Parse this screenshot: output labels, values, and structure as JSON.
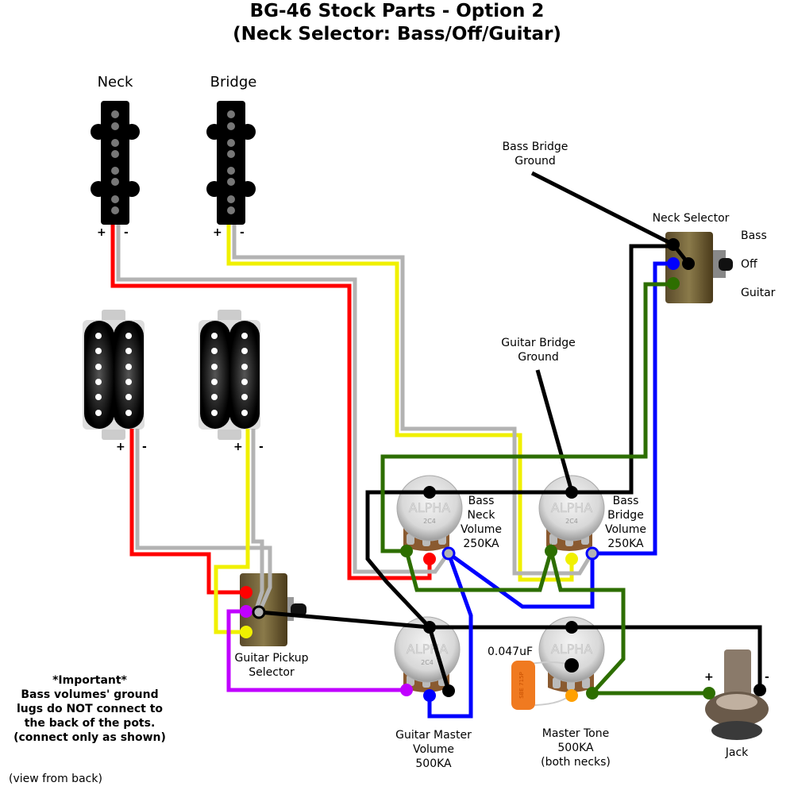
{
  "title": {
    "line1": "BG-46 Stock Parts - Option 2",
    "line2": "(Neck Selector: Bass/Off/Guitar)"
  },
  "pickups": {
    "bass_neck": {
      "label": "Neck",
      "plus": "+",
      "minus": "-"
    },
    "bass_bridge": {
      "label": "Bridge",
      "plus": "+",
      "minus": "-"
    },
    "guitar_neck": {
      "plus": "+",
      "minus": "-"
    },
    "guitar_bridge": {
      "plus": "+",
      "minus": "-"
    }
  },
  "grounds": {
    "bass_bridge_ground": [
      "Bass Bridge",
      "Ground"
    ],
    "guitar_bridge_ground": [
      "Guitar Bridge",
      "Ground"
    ]
  },
  "neck_selector": {
    "label": "Neck Selector",
    "positions": [
      "Bass",
      "Off",
      "Guitar"
    ]
  },
  "pots": {
    "bass_neck_volume": [
      "Bass",
      "Neck",
      "Volume",
      "250KA"
    ],
    "bass_bridge_volume": [
      "Bass",
      "Bridge",
      "Volume",
      "250KA"
    ],
    "guitar_master_volume": [
      "Guitar Master",
      "Volume",
      "500KA"
    ],
    "master_tone": [
      "Master Tone",
      "500KA",
      "(both necks)"
    ],
    "pot_brand": "ALPHA",
    "pot_code": "2C4"
  },
  "capacitor": {
    "value": "0.047uF"
  },
  "guitar_pickup_selector": {
    "label": [
      "Guitar Pickup",
      "Selector"
    ]
  },
  "jack": {
    "label": "Jack",
    "plus": "+",
    "minus": "-"
  },
  "note": {
    "lines": [
      "*Important*",
      "Bass volumes' ground",
      "lugs do NOT connect to",
      "the back of the pots.",
      "(connect only as shown)"
    ]
  },
  "footer": "(view from back)",
  "wire_colors": {
    "red": "#ff0000",
    "gray": "#b3b3b3",
    "yellow": "#f0f000",
    "black": "#000000",
    "blue": "#0000ff",
    "green": "#2d6e00",
    "purple": "#c000ff",
    "orange": "#ffa000"
  }
}
